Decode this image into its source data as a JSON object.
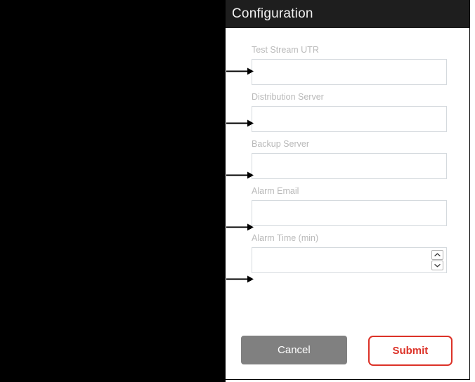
{
  "backdrop": {
    "color": "#000000"
  },
  "panel": {
    "header": {
      "title": "Configuration",
      "background": "#1e1e1e",
      "text_color": "#f2f2f2"
    },
    "fields": [
      {
        "label": "Test Stream UTR",
        "value": "",
        "placeholder": "",
        "type": "text",
        "has_arrow": true
      },
      {
        "label": "Distribution Server",
        "value": "",
        "placeholder": "",
        "type": "text",
        "has_arrow": true
      },
      {
        "label": "Backup Server",
        "value": "",
        "placeholder": "",
        "type": "text",
        "has_arrow": true
      },
      {
        "label": "Alarm Email",
        "value": "",
        "placeholder": "",
        "type": "text",
        "has_arrow": true
      },
      {
        "label": "Alarm Time (min)",
        "value": "",
        "placeholder": "",
        "type": "number",
        "has_arrow": true,
        "spinner": {
          "up_icon": "chevron-up-icon",
          "down_icon": "chevron-down-icon"
        }
      }
    ],
    "footer": {
      "cancel_label": "Cancel",
      "submit_label": "Submit",
      "cancel_color": "#808080",
      "submit_color": "#dc3228"
    }
  },
  "annotations": {
    "arrow_icon": "arrow-right-icon",
    "count": 5
  }
}
